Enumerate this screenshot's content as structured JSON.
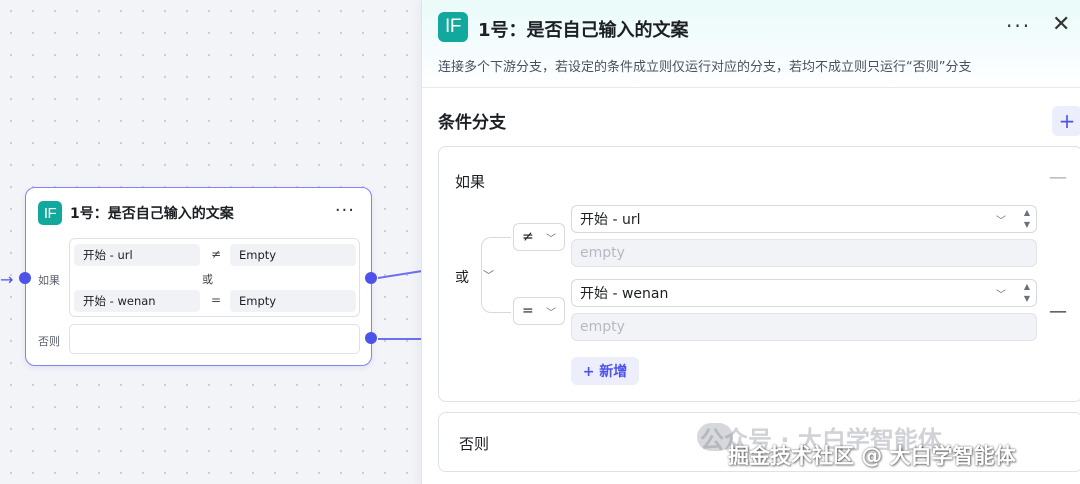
{
  "node": {
    "icon": "if-icon",
    "icon_text": "IF",
    "title": "1号：是否自己输入的文案",
    "more": "···",
    "if_label": "如果",
    "else_label": "否则",
    "or_label": "或",
    "conditions": [
      {
        "left": "开始  -  url",
        "op": "≠",
        "right": "Empty"
      },
      {
        "left": "开始  -  wenan",
        "op": "=",
        "right": "Empty"
      }
    ]
  },
  "panel": {
    "icon_text": "IF",
    "title": "1号：是否自己输入的文案",
    "more": "···",
    "close": "✕",
    "description": "连接多个下游分支，若设定的条件成立则仅运行对应的分支，若均不成立则只运行“否则”分支",
    "section_title": "条件分支",
    "add_branch": "+",
    "if_card": {
      "label": "如果",
      "collapse": "—",
      "logic": "或",
      "conditions": [
        {
          "op": "≠",
          "variable": "开始 - url",
          "placeholder": "empty"
        },
        {
          "op": "=",
          "variable": "开始 - wenan",
          "placeholder": "empty"
        }
      ],
      "add_condition": "+ 新增",
      "remove": "—"
    },
    "else_card": {
      "label": "否则"
    }
  },
  "watermark": {
    "line1": "公众号 · 大白学智能体",
    "line2": "掘金技术社区 @ 大白学智能体"
  }
}
